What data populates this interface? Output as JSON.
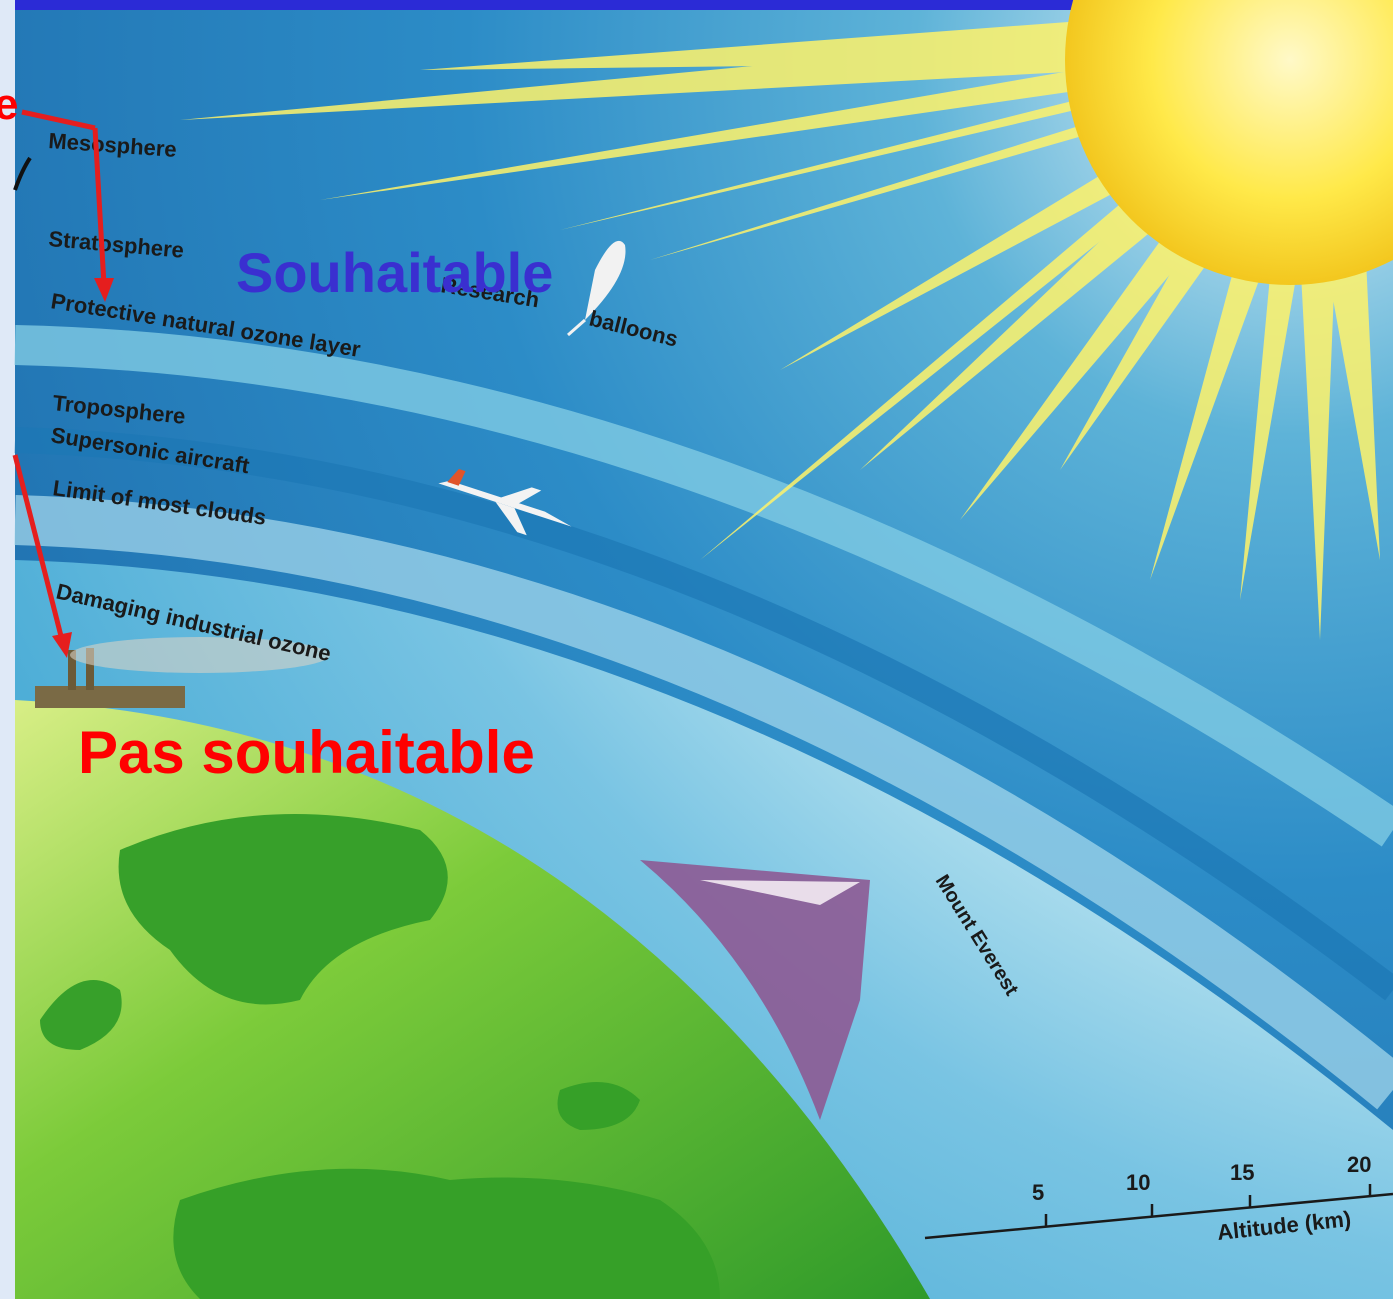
{
  "labels": {
    "mesosphere": "Mesosphere",
    "stratosphere": "Stratosphere",
    "protective_ozone": "Protective natural ozone layer",
    "research_balloons_1": "Research",
    "research_balloons_2": "balloons",
    "troposphere": "Troposphere",
    "supersonic": "Supersonic aircraft",
    "clouds": "Limit of most clouds",
    "damaging_ozone": "Damaging industrial ozone",
    "everest": "Mount Everest",
    "altitude": "Altitude (km)"
  },
  "axis_ticks": [
    "5",
    "10",
    "15",
    "20"
  ],
  "annotations": {
    "desirable": "Souhaitable",
    "undesirable": "Pas souhaitable",
    "cutoff_letter": "e"
  },
  "colors": {
    "frame": "#2b2bd6",
    "desirable": "#3a2fd0",
    "undesirable": "#ff0000",
    "arrow": "#e51e1e",
    "sky": "#2f86c3",
    "sun": "#f6e24a",
    "land": "#3fa82c"
  }
}
